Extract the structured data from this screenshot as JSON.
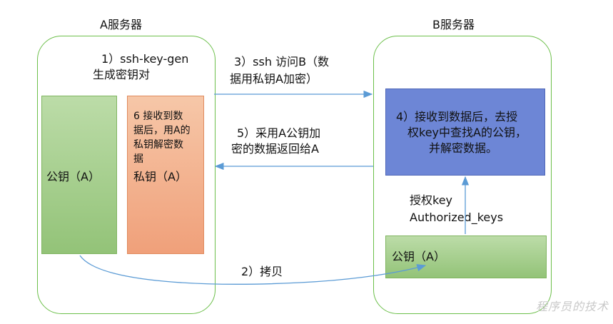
{
  "server_a": {
    "title": "A服务器",
    "step1_line1": "1）ssh-key-gen",
    "step1_line2": "生成密钥对",
    "public_key": "公钥（A）",
    "private_box_line1": "6 接收到数",
    "private_box_line2": "据后，用A的",
    "private_box_line3": "私钥解密数",
    "private_box_line4": "据",
    "private_key": "私钥（A）"
  },
  "server_b": {
    "title": "B服务器",
    "step4_line1": "4）接收到数据后，去授",
    "step4_line2": "权key中查找A的公钥，",
    "step4_line3": "并解密数据。",
    "auth_line1": "授权key",
    "auth_line2": "Authorized_keys",
    "public_key": "公钥（A）"
  },
  "arrows": {
    "step3_line1": "3）ssh 访问B（数",
    "step3_line2": "据用私钥A加密）",
    "step5_line1": "5）采用A公钥加",
    "step5_line2": "密的数据返回给A",
    "step2": "2）拷贝"
  },
  "watermark": "程序员的技术",
  "colors": {
    "server_border": "#6cbf4a",
    "green_box": "#a9d18e",
    "orange_box": "#f4b183",
    "blue_box": "#6d86d6",
    "arrow": "#5b9bd5"
  }
}
